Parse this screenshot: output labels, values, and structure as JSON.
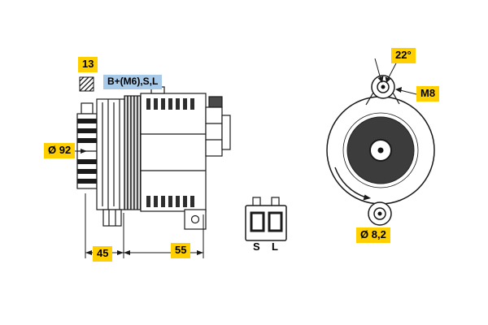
{
  "diagram": {
    "type": "alternator-technical-drawing",
    "labels": {
      "key13": "13",
      "terminals": "B+(M6),S,L",
      "pulley_diameter": "Ø 92",
      "dim_left": "45",
      "dim_right": "55",
      "connector_s": "S",
      "connector_l": "L",
      "angle": "22°",
      "thread": "M8",
      "hole_diameter": "Ø 8,2"
    },
    "colors": {
      "label_bg": "#ffcf00",
      "highlight_bg": "#a9c9e8",
      "line": "#1a1a1a",
      "rotor_fill": "#3c3c3c"
    }
  }
}
